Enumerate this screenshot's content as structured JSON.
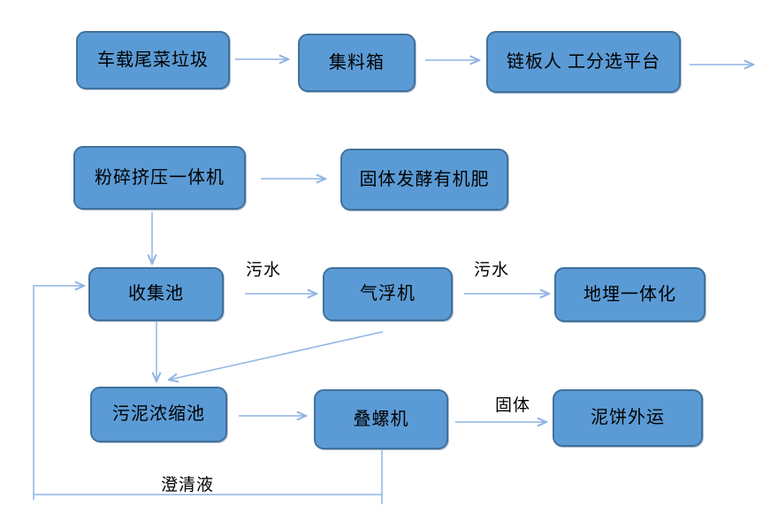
{
  "diagram": {
    "colors": {
      "node_fill": "#5b9bd5",
      "node_border": "#41719c",
      "connector": "#8fb4e3",
      "text": "#000000",
      "background": "#ffffff"
    },
    "nodes": [
      {
        "id": "vehicle-waste",
        "label": "车载尾菜垃圾"
      },
      {
        "id": "collection-box",
        "label": "集料箱"
      },
      {
        "id": "sorting-platform",
        "label": "链板人 工分选平台"
      },
      {
        "id": "crusher",
        "label": "粉碎挤压一体机"
      },
      {
        "id": "solid-fertilizer",
        "label": "固体发酵有机肥"
      },
      {
        "id": "collection-pool",
        "label": "收集池"
      },
      {
        "id": "flotation-machine",
        "label": "气浮机"
      },
      {
        "id": "buried-unit",
        "label": "地埋一体化"
      },
      {
        "id": "sludge-tank",
        "label": "污泥浓缩池"
      },
      {
        "id": "screw-press",
        "label": "叠螺机"
      },
      {
        "id": "mud-cake",
        "label": "泥饼外运"
      }
    ],
    "edge_labels": [
      {
        "id": "sewage-1",
        "label": "污水"
      },
      {
        "id": "sewage-2",
        "label": "污水"
      },
      {
        "id": "solid",
        "label": "固体"
      },
      {
        "id": "clarified-liquid",
        "label": "澄清液"
      }
    ]
  }
}
